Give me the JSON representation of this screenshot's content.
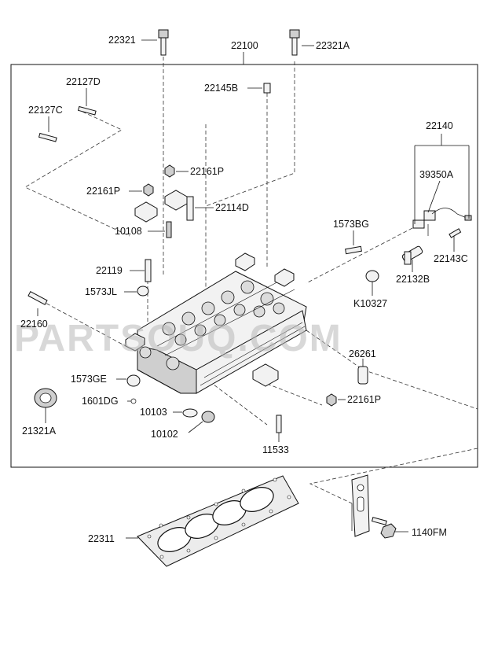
{
  "watermark": "PARTSOUQ.COM",
  "labels": {
    "head_assembly": "22100",
    "bolt_left": "22321",
    "bolt_right": "22321A",
    "stud_upper": "22127D",
    "stud_lower": "22127C",
    "pin": "22145B",
    "nut_upper": "22161P",
    "nut_left": "22161P",
    "guide": "22114D",
    "plug_10108": "10108",
    "seal_22119": "22119",
    "plug_1573jl": "1573JL",
    "stud_22160": "22160",
    "cap_1573ge": "1573GE",
    "pin_1601dg": "1601DG",
    "bolt_10103": "10103",
    "nut_10102": "10102",
    "oil_seal": "21321A",
    "stud_11533": "11533",
    "nut_lower_right": "22161P",
    "sleeve_26261": "26261",
    "plug_k10327": "K10327",
    "stud_1573bg": "1573BG",
    "fitting_22132b": "22132B",
    "stud_22143c": "22143C",
    "pipe_assembly": "22140",
    "hose_39350a": "39350A",
    "gasket": "22311",
    "hanger_bolt": "1140FM"
  }
}
